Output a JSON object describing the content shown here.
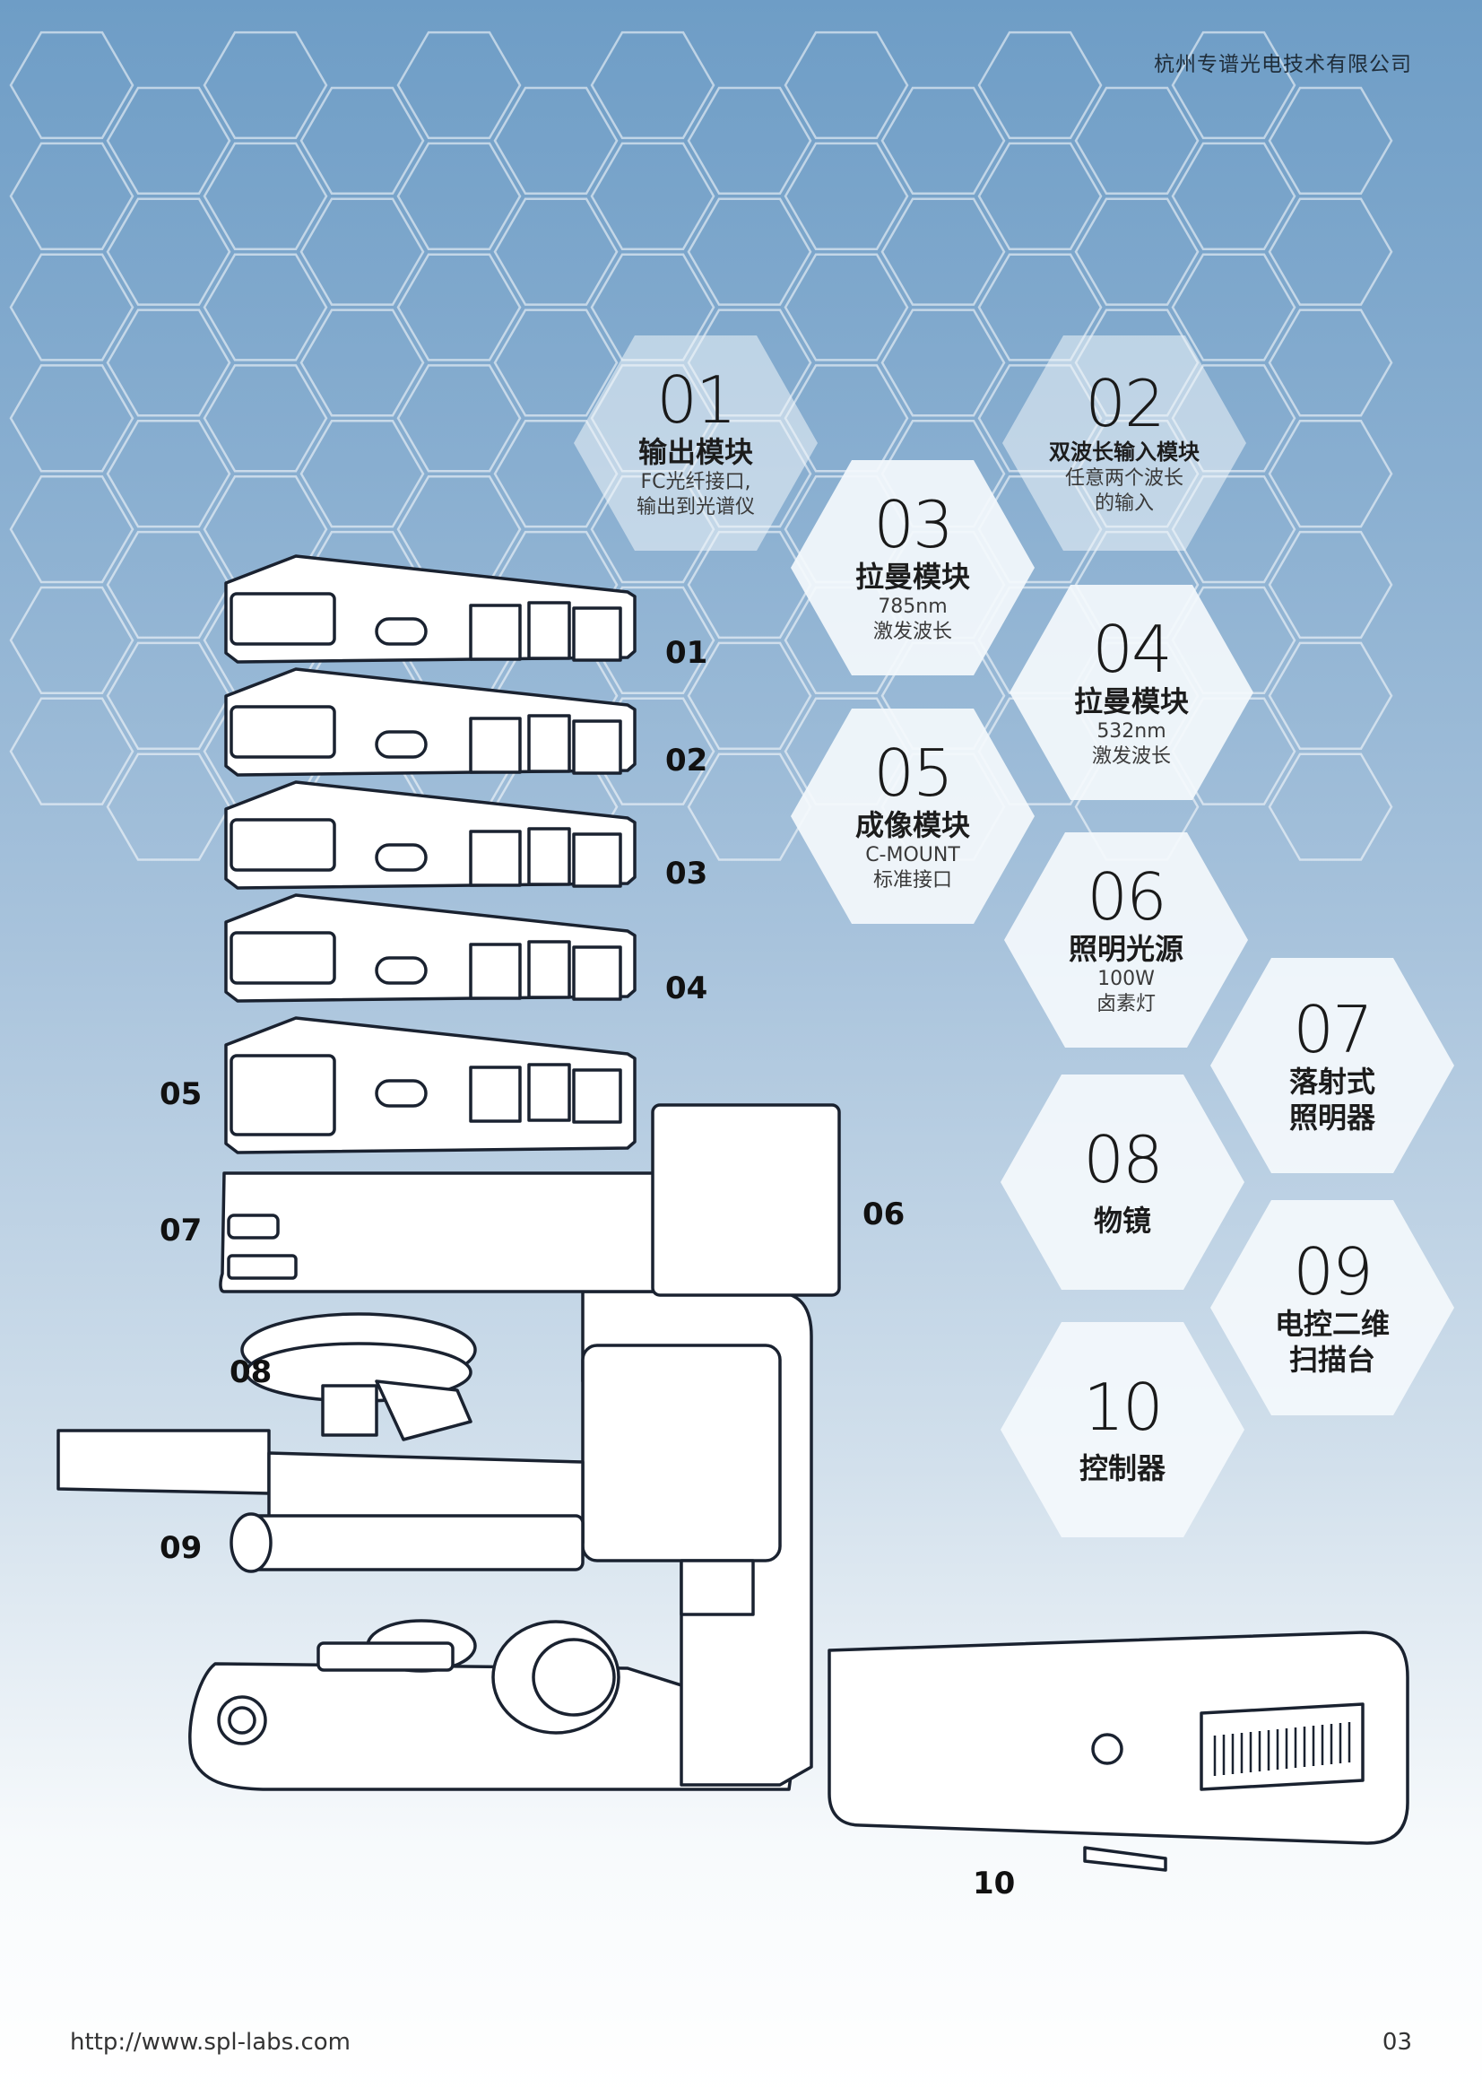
{
  "header": {
    "company": "杭州专谱光电技术有限公司"
  },
  "footer": {
    "url": "http://www.spl-labs.com",
    "page_number": "03"
  },
  "modules": [
    {
      "num": "01",
      "title": "输出模块",
      "sub1": "FC光纤接口,",
      "sub2": "输出到光谱仪"
    },
    {
      "num": "02",
      "title": "双波长输入模块",
      "sub1": "任意两个波长",
      "sub2": "的输入"
    },
    {
      "num": "03",
      "title": "拉曼模块",
      "sub1": "785nm",
      "sub2": "激发波长"
    },
    {
      "num": "04",
      "title": "拉曼模块",
      "sub1": "532nm",
      "sub2": "激发波长"
    },
    {
      "num": "05",
      "title": "成像模块",
      "sub1": "C-MOUNT",
      "sub2": "标准接口"
    },
    {
      "num": "06",
      "title": "照明光源",
      "sub1": "100W",
      "sub2": "卤素灯"
    },
    {
      "num": "07",
      "title1": "落射式",
      "title2": "照明器"
    },
    {
      "num": "08",
      "title": "物镜"
    },
    {
      "num": "09",
      "title1": "电控二维",
      "title2": "扫描台"
    },
    {
      "num": "10",
      "title": "控制器"
    }
  ],
  "callouts": [
    "01",
    "02",
    "03",
    "04",
    "05",
    "06",
    "07",
    "08",
    "09",
    "10"
  ]
}
